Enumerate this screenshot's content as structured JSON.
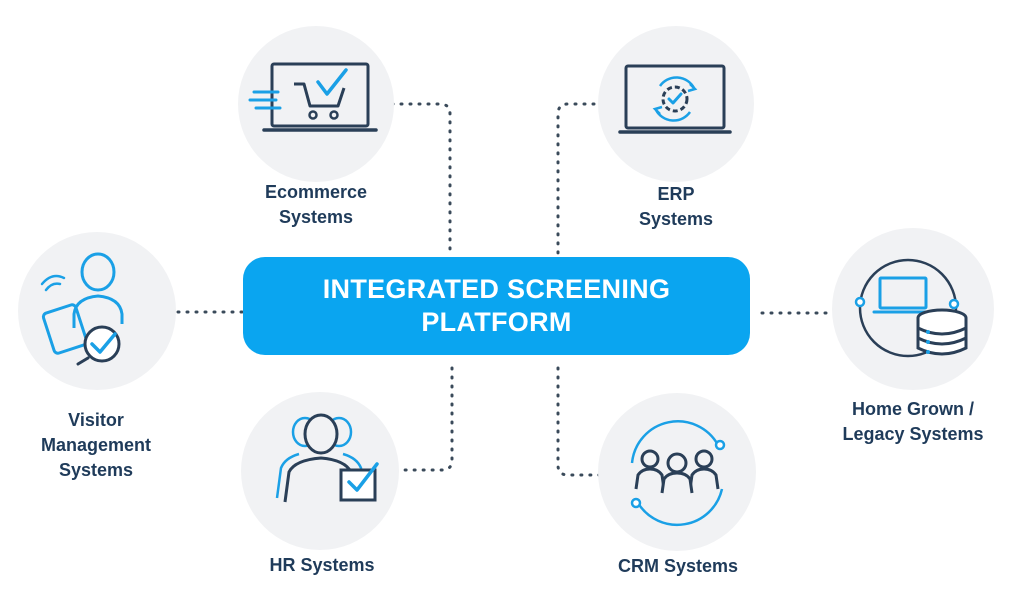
{
  "center": {
    "line1": "INTEGRATED SCREENING",
    "line2": "PLATFORM"
  },
  "nodes": {
    "ecommerce": {
      "line1": "Ecommerce",
      "line2": "Systems",
      "icon": "shopping-cart-laptop-icon"
    },
    "erp": {
      "line1": "ERP",
      "line2": "Systems",
      "icon": "gear-laptop-icon"
    },
    "visitor": {
      "line1": "Visitor",
      "line2": "Management",
      "line3": "Systems",
      "icon": "visitor-tablet-check-icon"
    },
    "homegrown": {
      "line1": "Home Grown /",
      "line2": "Legacy Systems",
      "icon": "laptop-database-icon"
    },
    "hr": {
      "line1": "HR Systems",
      "icon": "people-checkbox-icon"
    },
    "crm": {
      "line1": "CRM Systems",
      "icon": "customer-group-icon"
    }
  },
  "colors": {
    "center_fill": "#0aa5f0",
    "icon_blue": "#1aa0e6",
    "icon_dark": "#2a3f57",
    "label_text": "#1f3b5a",
    "circle_fill": "#f1f2f4",
    "connector": "#3a4a5a"
  }
}
